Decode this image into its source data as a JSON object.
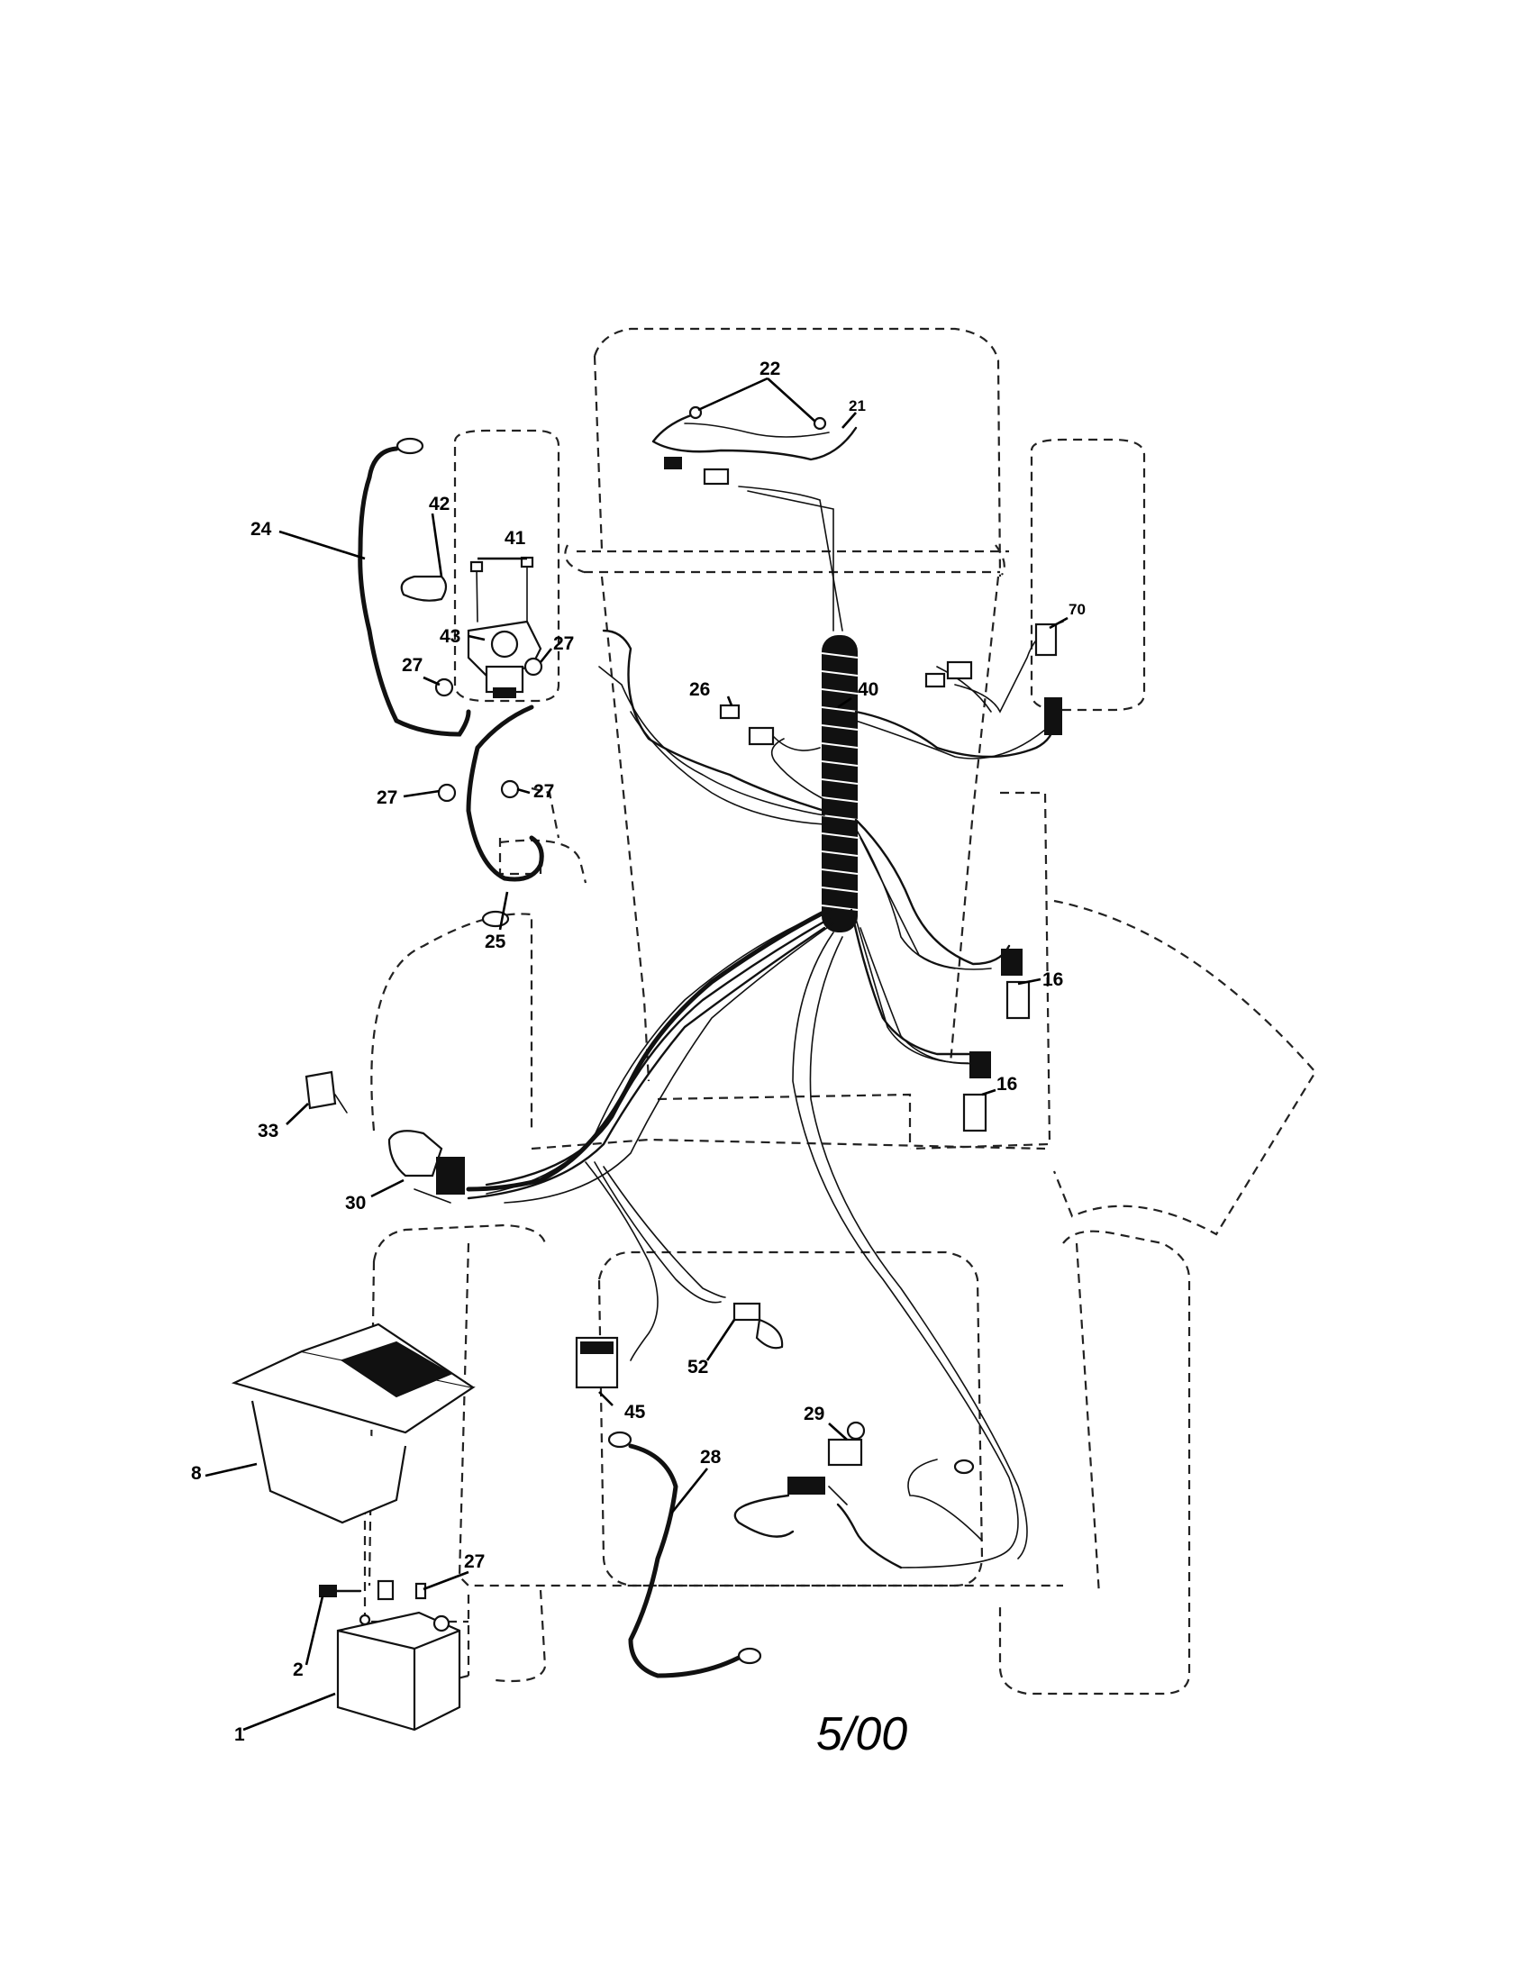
{
  "diagram": {
    "callouts": [
      "22",
      "21",
      "42",
      "24",
      "41",
      "43",
      "27",
      "27",
      "26",
      "40",
      "70",
      "27",
      "27",
      "25",
      "16",
      "16",
      "33",
      "30",
      "52",
      "45",
      "29",
      "28",
      "8",
      "27",
      "2",
      "1"
    ],
    "date_stamp": "5/00"
  }
}
